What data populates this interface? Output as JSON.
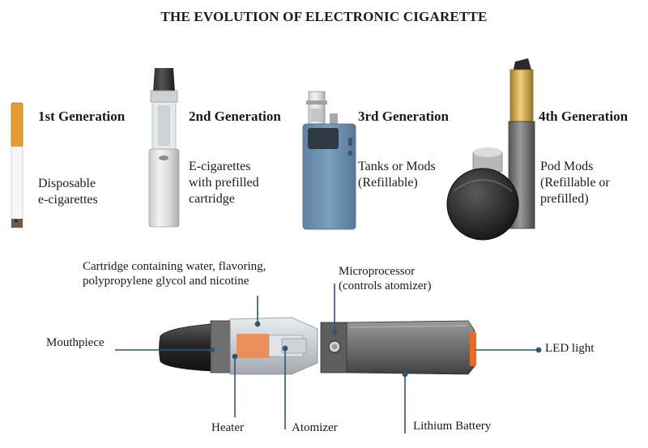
{
  "title": "THE EVOLUTION OF ELECTRONIC CIGARETTE",
  "generations": [
    {
      "name": "1st Generation",
      "description": "Disposable\ne-cigarettes"
    },
    {
      "name": "2nd Generation",
      "description": "E-cigarettes\nwith prefilled\ncartridge"
    },
    {
      "name": "3rd Generation",
      "description": "Tanks or Mods\n(Refillable)"
    },
    {
      "name": "4th Generation",
      "description": "Pod Mods\n(Refillable or\nprefilled)"
    }
  ],
  "anatomy": {
    "cartridge": "Cartridge containing water, flavoring,\npolypropylene glycol and nicotine",
    "microprocessor": "Microprocessor\n(controls atomizer)",
    "mouthpiece": "Mouthpiece",
    "led": "LED light",
    "heater": "Heater",
    "atomizer": "Atomizer",
    "battery": "Lithium Battery"
  },
  "colors": {
    "leader": "#2f5577",
    "filter_orange": "#e79a2f",
    "mod_blue": "#6d8fae",
    "gold": "#c9a04a",
    "led_orange": "#f06a1e",
    "liquid_orange": "#f08a4e"
  }
}
